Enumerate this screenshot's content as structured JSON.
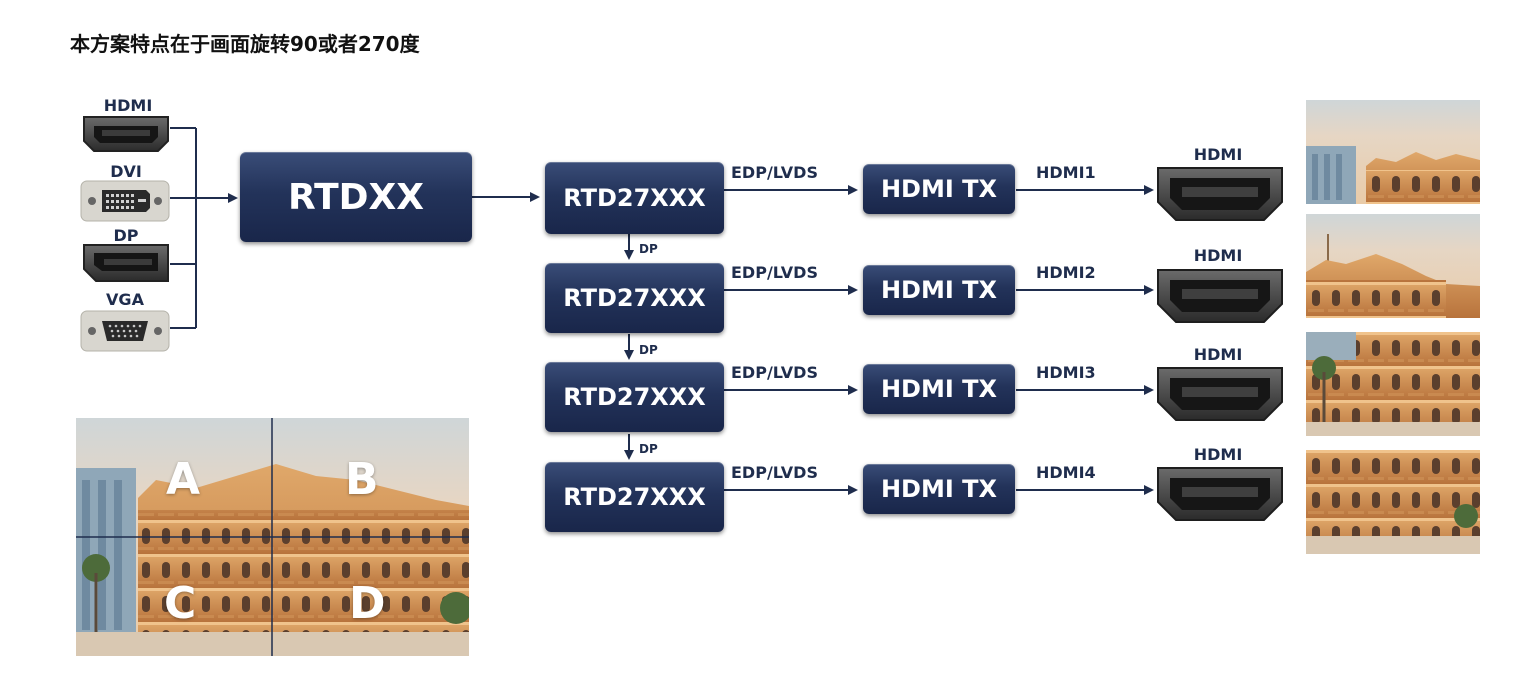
{
  "title": "本方案特点在于画面旋转90或者270度",
  "inputs": [
    {
      "label": "HDMI",
      "icon": "hdmi-port-icon"
    },
    {
      "label": "DVI",
      "icon": "dvi-port-icon"
    },
    {
      "label": "DP",
      "icon": "displayport-icon"
    },
    {
      "label": "VGA",
      "icon": "vga-port-icon"
    }
  ],
  "splitter": {
    "label": "RTDXX"
  },
  "chain": [
    {
      "chip": "RTD27XXX",
      "link": "EDP/LVDS",
      "tx": "HDMI TX",
      "out": "HDMI1",
      "port": "HDMI"
    },
    {
      "chip": "RTD27XXX",
      "link": "EDP/LVDS",
      "tx": "HDMI TX",
      "out": "HDMI2",
      "port": "HDMI"
    },
    {
      "chip": "RTD27XXX",
      "link": "EDP/LVDS",
      "tx": "HDMI TX",
      "out": "HDMI3",
      "port": "HDMI"
    },
    {
      "chip": "RTD27XXX",
      "link": "EDP/LVDS",
      "tx": "HDMI TX",
      "out": "HDMI4",
      "port": "HDMI"
    }
  ],
  "cascade_label": "DP",
  "quadrants": [
    "A",
    "B",
    "C",
    "D"
  ],
  "colors": {
    "chip": "#23335a",
    "wire": "#1f2d4d",
    "text": "#1f2d4d"
  }
}
